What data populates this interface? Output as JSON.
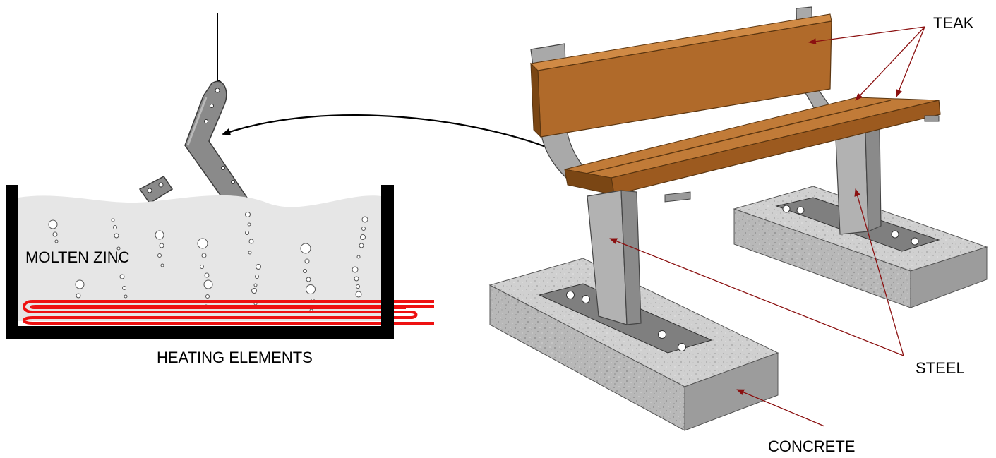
{
  "labels": {
    "molten_zinc": "MOLTEN ZINC",
    "heating_elements": "HEATING ELEMENTS",
    "teak": "TEAK",
    "steel": "STEEL",
    "concrete": "CONCRETE"
  },
  "colors": {
    "zinc_bath": "#e6e6e6",
    "tank_wall": "#000000",
    "heating_element": "#ee1111",
    "teak_wood": "#b06a2a",
    "teak_wood_dark": "#7a4614",
    "steel": "#a3a3a3",
    "concrete": "#b5b5b5",
    "leader_line": "#8b1010"
  }
}
